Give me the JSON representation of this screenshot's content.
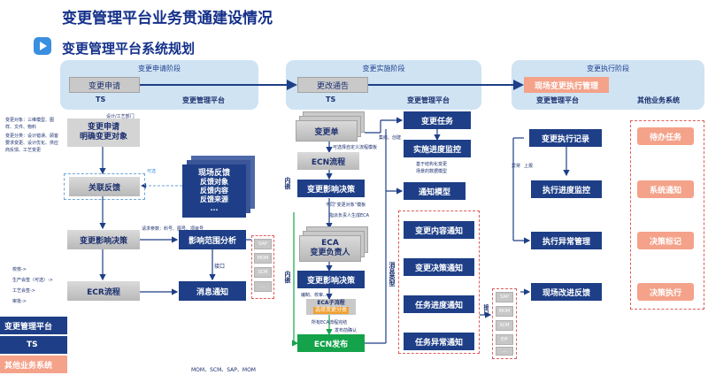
{
  "title": "变更管理平台业务贯通建设情况",
  "subtitle": "变更管理平台系统规划",
  "phases": {
    "apply": {
      "label": "变更申请阶段",
      "box": "变更申请",
      "ts": "TS",
      "platform": "变更管理平台"
    },
    "implement": {
      "label": "变更实施阶段",
      "box": "更改通告",
      "ts": "TS",
      "platform": "变更管理平台"
    },
    "execute": {
      "label": "变更执行阶段",
      "box": "现场变更执行管理",
      "platform": "变更管理平台",
      "other": "其他业务系统"
    }
  },
  "left_notes": {
    "note1": "变更对象：三维模型、图样、文件、物料",
    "note2": "变更分类：设计错误、顾客要求变更、设计优化、供应商反馈、工艺变更",
    "design_dept": "设计/工艺部门",
    "optional": "可选",
    "request_params": "请求参数：料号、图号、项目号",
    "interface": "接口",
    "school": "校核->",
    "production": "生产会签（可选）->",
    "process": "工艺会签->",
    "approve": "审批->"
  },
  "col1": {
    "apply": "变更申请\n明确变更对象",
    "related": "关联反馈",
    "decision": "变更影响决策",
    "ecr": "ECR流程"
  },
  "col2": {
    "feedback_title": "现场反馈",
    "feedback_items": [
      "反馈对象",
      "反馈内容",
      "反馈来源",
      "..."
    ],
    "impact": "影响范围分析",
    "message": "消息通知"
  },
  "systems_a": [
    "SAP",
    "MOM",
    "SCM",
    "..."
  ],
  "col3": {
    "ecn": "变更单",
    "ecn_flow": "ECN流程",
    "impact_decision": "变更影响决策",
    "eca": "ECA\n变更负责人",
    "impact_decision2": "变更影响决策",
    "eca_sub": "ECA子流程",
    "eca_sub2": "选择变更分类",
    "release": "ECN发布",
    "note_select": "可选择自定义流程模板",
    "note_not": "不同“变更对象”模板",
    "note_assign": "指派负责人生成ECA",
    "note_edit": "编制、校审...",
    "note_done": "所有ECA流程完结",
    "note_publish": "发布前确认",
    "embed1": "内嵌",
    "embed2": "内嵌"
  },
  "col4": {
    "task": "变更任务",
    "monitor": "实施进度监控",
    "note_base": "基于结构化变更",
    "note_scene": "场景的数据模型",
    "note_build": "集结、创建",
    "template": "通知模型",
    "notices": [
      "变更内容通知",
      "变更决策通知",
      "任务进度通知",
      "任务异常通知"
    ],
    "msg_type": "消息类型",
    "interface2": "接口"
  },
  "systems_b": [
    "SAP",
    "MOM",
    "SCM",
    "EIP",
    "..."
  ],
  "col5": {
    "record": "变更执行记录",
    "exec_monitor": "执行进度监控",
    "exception": "执行异常管理",
    "improve": "现场改进反馈",
    "note_exception": "异常",
    "note_report": "上报"
  },
  "col6": [
    "待办任务",
    "系统通知",
    "决策标记",
    "决策执行"
  ],
  "legend": [
    "变更管理平台",
    "TS",
    "其他业务系统"
  ],
  "footer_note": "MOM、SCM、SAP、MOM",
  "colors": {
    "navy": "#1e3f87",
    "orange": "#f4a28a",
    "lightblue": "#cfe3f3",
    "gray": "#c9c9c9",
    "green": "#14a34a",
    "title": "#14308a"
  }
}
